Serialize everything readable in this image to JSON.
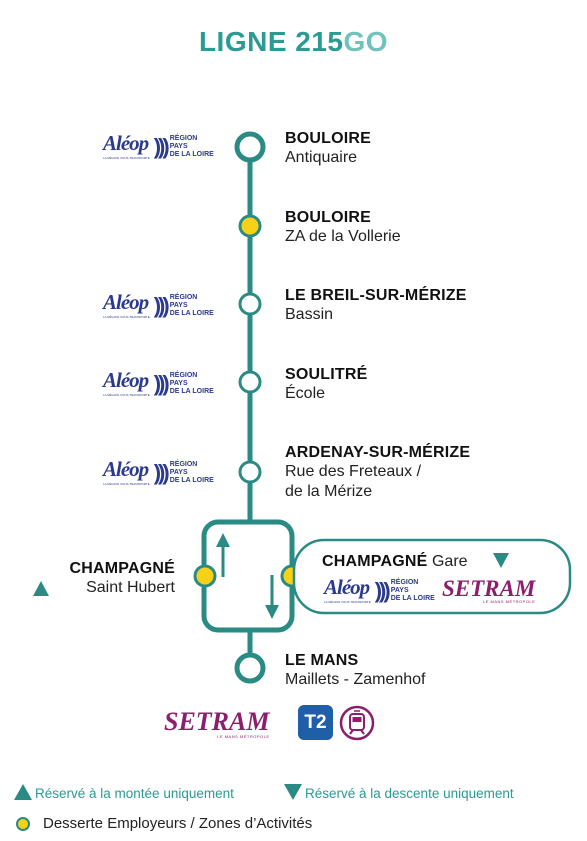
{
  "title": {
    "prefix": "LIGNE 215",
    "suffix": "GO"
  },
  "stops": [
    {
      "name": "BOULOIRE",
      "sub": "Antiquaire",
      "aleop": true
    },
    {
      "name": "BOULOIRE",
      "sub": "ZA de la Vollerie",
      "aleop": false
    },
    {
      "name": "LE BREIL-SUR-MÉRIZE",
      "sub": "Bassin",
      "aleop": true
    },
    {
      "name": "SOULITRÉ",
      "sub": "École",
      "aleop": true
    },
    {
      "name": "ARDENAY-SUR-MÉRIZE",
      "sub1": "Rue des Freteaux /",
      "sub2": "de la Mérize",
      "aleop": true
    },
    {
      "name": "CHAMPAGNÉ",
      "sub": "Saint Hubert"
    },
    {
      "name": "CHAMPAGNÉ",
      "sub": "Gare"
    },
    {
      "name": "LE MANS",
      "sub": "Maillets - Zamenhof"
    }
  ],
  "logos": {
    "aleop_word": "Aléop",
    "aleop_tag": "LA RÉGION VOUS TRANSPORTE",
    "region_line1": "RÉGION",
    "region_line2": "PAYS",
    "region_line3": "DE LA LOIRE",
    "setram_word": "SETRAM",
    "setram_sub": "LE MANS MÉTROPOLE",
    "t2_label": "T2"
  },
  "legend": {
    "up": "Réservé à la montée uniquement",
    "down": "Réservé à la descente uniquement",
    "employer": "Desserte Employeurs / Zones d’Activités"
  },
  "colors": {
    "line": "#2a8a84",
    "employer_dot": "#f7d117",
    "aleop": "#2b3a8c",
    "setram": "#8c1f6b",
    "t2": "#1e5fa8"
  }
}
